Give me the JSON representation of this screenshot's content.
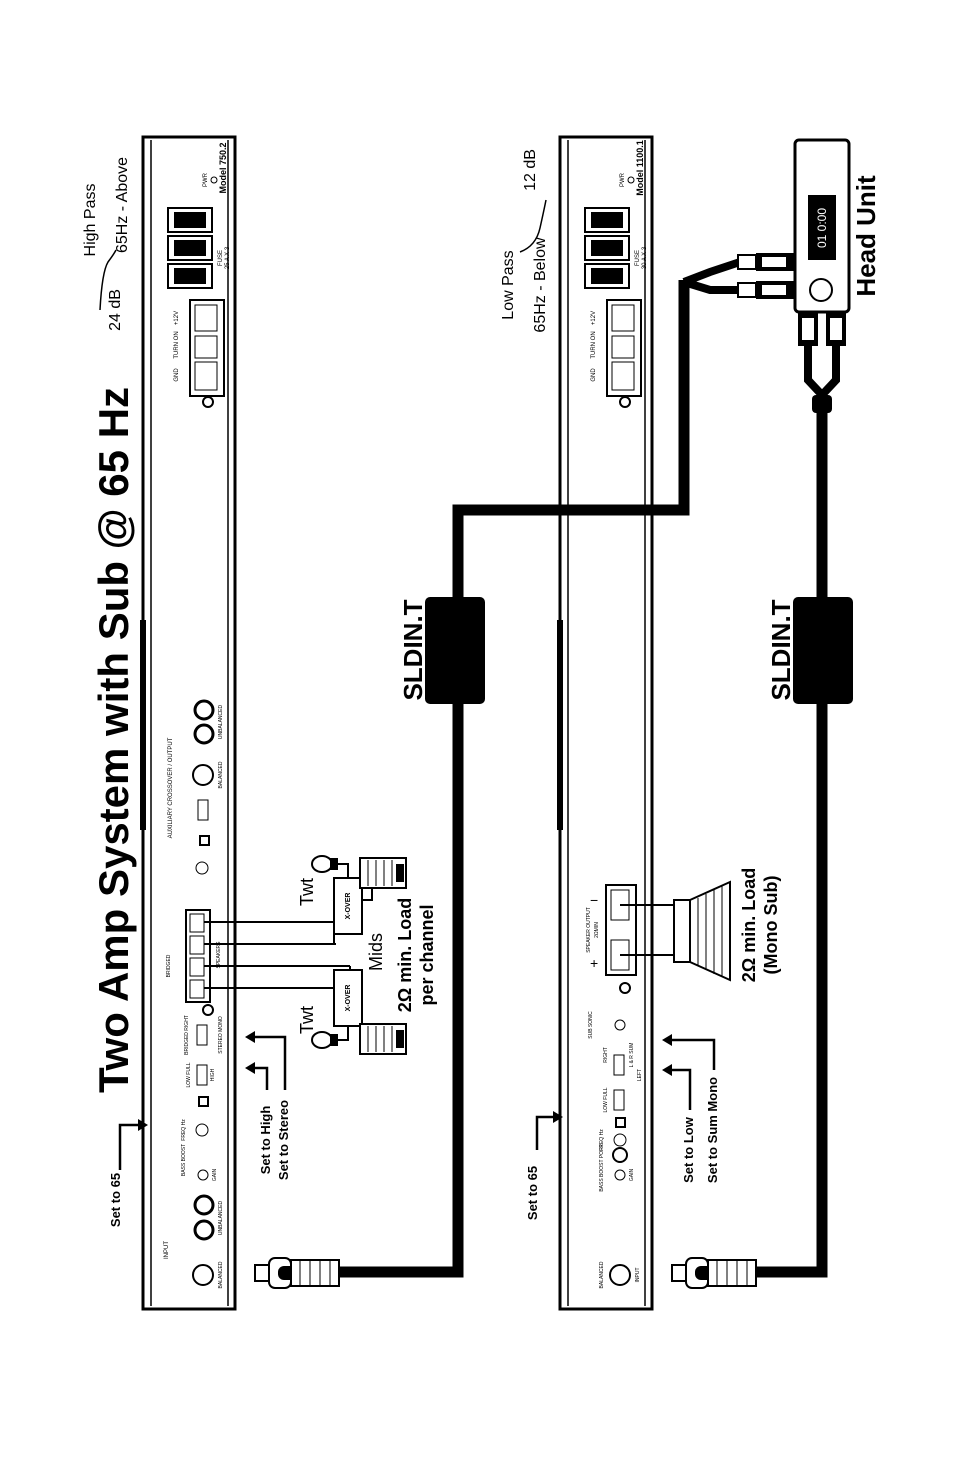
{
  "title": "Two Amp System with Sub @ 65 Hz",
  "amp1": {
    "model": "Model 750.2",
    "fuse_title": "FUSE",
    "fuse_value": "25 A X 3",
    "pwr": "PWR",
    "power_gnd": "GND",
    "power_turn": "TURN ON",
    "power_12v": "+12V",
    "input_label": "INPUT",
    "balanced": "BALANCED",
    "unbalanced": "UNBALANCED",
    "gain": "GAIN",
    "bass_boost": "BASS BOOST",
    "freq_hz": "FREQ Hz",
    "low_full": "LOW FULL",
    "high": "HIGH",
    "stereo_mono": "STEREO MONO",
    "bridged_right": "BRIDGED RIGHT",
    "aux_out": "AUXILIARY CROSSOVER / OUTPUT",
    "bridged": "BRIDGED",
    "speakers": "SPEAKERS"
  },
  "amp2": {
    "model": "Model 1100.1",
    "fuse_title": "FUSE",
    "fuse_value": "30 A X 3",
    "pwr": "PWR",
    "power_gnd": "GND",
    "power_turn": "TURN ON",
    "power_12v": "+12V",
    "input_label": "INPUT",
    "balanced": "BALANCED",
    "gain": "GAIN",
    "bass_boost": "BASS BOOST PORT",
    "freq_hz": "FREQ Hz",
    "low_full": "LOW FULL",
    "sub_sonic": "SUB SONIC",
    "right": "RIGHT",
    "lr_sum": "L & R SUM",
    "left": "LEFT",
    "speaker_output": "SPEAKER OUTPUT",
    "ohm_min": "2ΩMIN"
  },
  "crossover": {
    "top_db": "24 dB",
    "top_pass": "High Pass",
    "top_range": "65Hz - Above",
    "bottom_db": "12 dB",
    "bottom_pass": "Low Pass",
    "bottom_range": "65Hz - Below"
  },
  "labels": {
    "set_to_65_top": "Set to 65",
    "set_to_high": "Set to High",
    "set_to_stereo": "Set to Stereo",
    "set_to_65_bottom": "Set to 65",
    "set_to_low": "Set to Low",
    "set_to_sum_mono": "Set to Sum Mono",
    "sldin_top": "SLDIN.T",
    "sldin_bottom": "SLDIN.T",
    "head_unit": "Head Unit",
    "head_display": "01 0:00",
    "twt_top": "Twt",
    "twt_bottom": "Twt",
    "mids": "Mids",
    "xover_top": "X-OVER",
    "xover_bottom": "X-OVER",
    "load_stereo_1": "2Ω min. Load",
    "load_stereo_2": "per channel",
    "load_mono_1": "2Ω min. Load",
    "load_mono_2": "(Mono Sub)"
  },
  "colors": {
    "ink": "#000000",
    "paper": "#ffffff"
  }
}
